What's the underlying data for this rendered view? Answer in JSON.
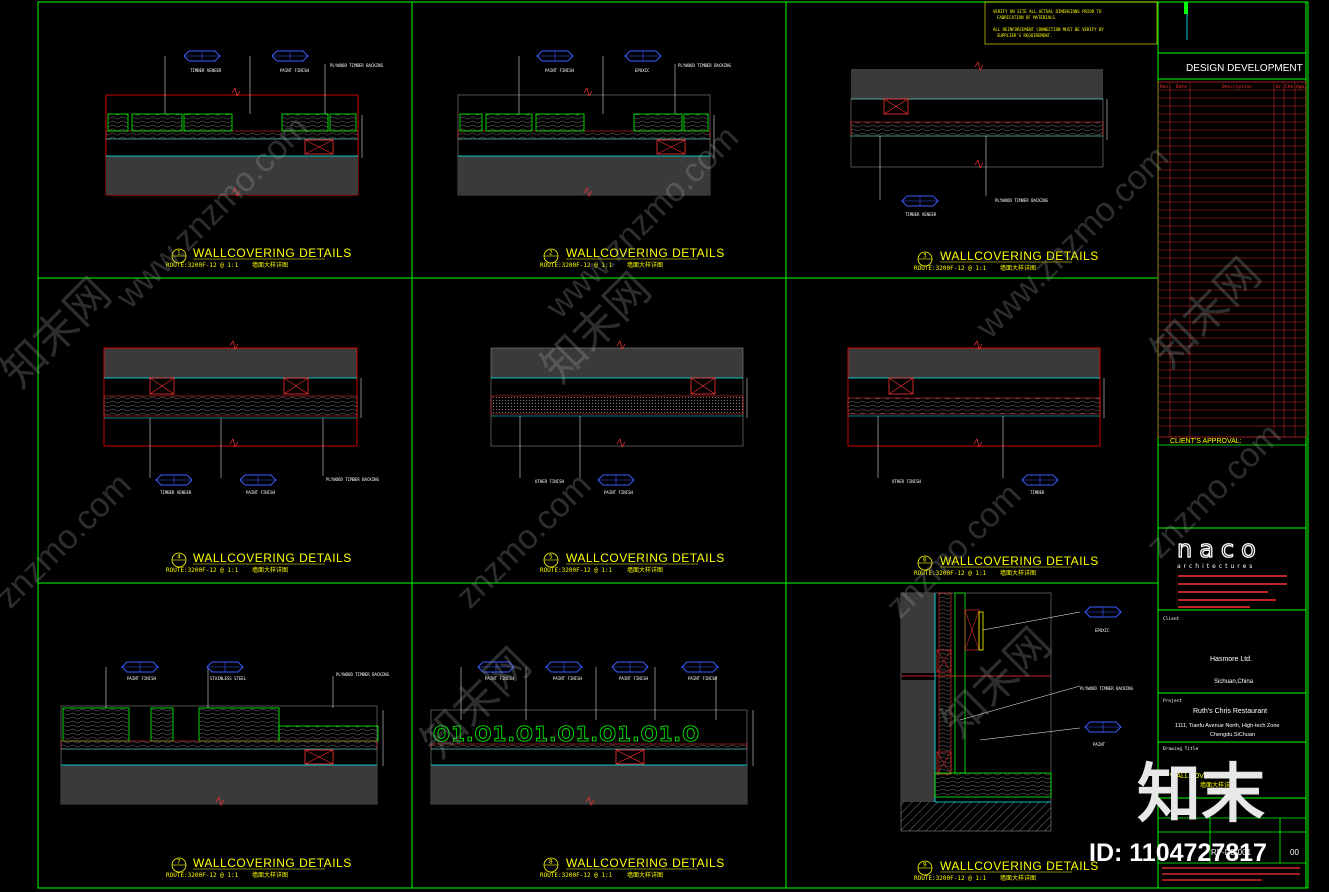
{
  "drawing": {
    "details": [
      {
        "number": "1",
        "title": "WALLCOVERING DETAILS",
        "subtitle": "墙面大样详图",
        "scale": "ROUTE:3200F-12 @ 1:1"
      },
      {
        "number": "2",
        "title": "WALLCOVERING DETAILS",
        "subtitle": "墙面大样详图",
        "scale": "ROUTE:3200F-12 @ 1:1"
      },
      {
        "number": "3",
        "title": "WALLCOVERING DETAILS",
        "subtitle": "墙面大样详图",
        "scale": "ROUTE:3200F-12 @ 1:1"
      },
      {
        "number": "4",
        "title": "WALLCOVERING DETAILS",
        "subtitle": "墙面大样详图",
        "scale": "ROUTE:3200F-12 @ 1:1"
      },
      {
        "number": "5",
        "title": "WALLCOVERING DETAILS",
        "subtitle": "墙面大样详图",
        "scale": "ROUTE:3200F-12 @ 1:1"
      },
      {
        "number": "6",
        "title": "WALLCOVERING DETAILS",
        "subtitle": "墙面大样详图",
        "scale": "ROUTE:3200F-12 @ 1:1"
      },
      {
        "number": "7",
        "title": "WALLCOVERING DETAILS",
        "subtitle": "墙面大样详图",
        "scale": "ROUTE:3200F-12 @ 1:1"
      },
      {
        "number": "8",
        "title": "WALLCOVERING DETAILS",
        "subtitle": "墙面大样详图",
        "scale": "ROUTE:3200F-12 @ 1:1"
      },
      {
        "number": "9",
        "title": "WALLCOVERING DETAILS",
        "subtitle": "墙面大样详图",
        "scale": "ROUTE:3200F-12 @ 1:1"
      }
    ],
    "notes": {
      "line1": "VERIFY ON SITE ALL ACTUAL DIMENSIONS PRIOR TO",
      "line2": "FABRICATION OF MATERIALS.",
      "line3": "ALL REINFORCEMENT CONNECTION MUST BE VERIFY BY",
      "line4": "SUPPLIER'S REQUIREMENT."
    },
    "wood_pattern_text": "O1.O1.O1.O1.O1.O1.O"
  },
  "title_block": {
    "stage": "DESIGN DEVELOPMENT",
    "rev_headers": [
      "Rev.",
      "Date",
      "Description",
      "Dr.",
      "Chk.",
      "App."
    ],
    "client_approval": "CLIENT'S APPROVAL:",
    "firm_name": "naco",
    "firm_sub": "architectures",
    "client_label": "Client",
    "client_name": "Hasmore Ltd.",
    "client_location": "Sichuan,China",
    "project_label": "Project",
    "project_name": "Ruth's Chris Restaurant",
    "project_address1": "1111, Tianfu Avenue North, High-tech Zone",
    "project_address2": "Chengdu,SiChuan",
    "drawing_title_label": "Drawing Title",
    "drawing_title": "WALLCOVERING DETAILS",
    "drawing_title_cn": "墙面大样详图",
    "drawing_no": "RP-D3-001",
    "rev_no": "00"
  },
  "watermarks": {
    "site": "www.znzmo.com",
    "site_short": "znzmo.com",
    "cn_site": "知末网",
    "brand": "知末",
    "id_text": "ID: 1104727817"
  },
  "colors": {
    "background": "#000000",
    "frame_green": "#00ff00",
    "cut_red": "#ff0000",
    "cyan": "#00ffff",
    "title_yellow": "#ffff00",
    "tag_blue": "#3b5bff",
    "mass_grey": "#3a3a3a"
  }
}
